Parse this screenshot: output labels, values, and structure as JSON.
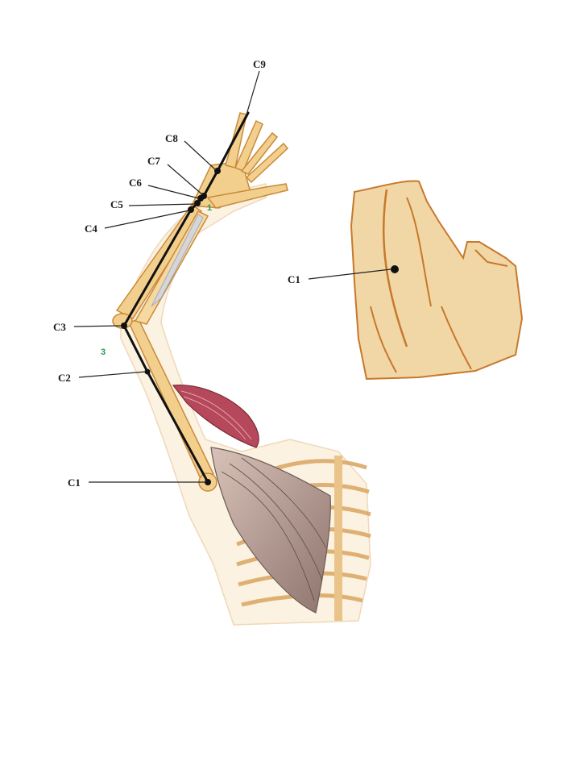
{
  "labels": {
    "c1_arm": "C1",
    "c2": "C2",
    "c3": "C3",
    "c4": "C4",
    "c5": "C5",
    "c6": "C6",
    "c7": "C7",
    "c8": "C8",
    "c9": "C9",
    "c1_skin": "C1"
  },
  "markers": {
    "green_1": "1",
    "green_3": "3"
  },
  "colors": {
    "bone": "#f3cf8e",
    "bone_outline": "#c98a3a",
    "muscle_red": "#b5485a",
    "muscle_brown": "#a08780",
    "skin_patch": "#f1d7a6",
    "skin_line": "#c7782b",
    "skeleton_line": "#111111",
    "green_marker": "#2e9a5a"
  }
}
